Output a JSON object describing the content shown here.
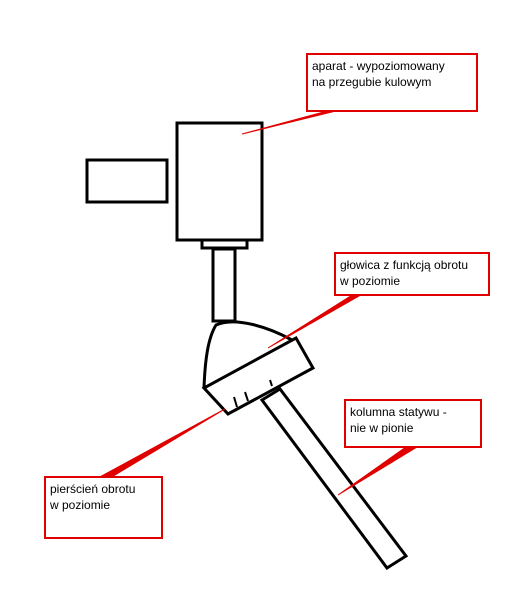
{
  "callouts": {
    "camera": {
      "line1": "aparat - wypoziomowany",
      "line2": "na przegubie kulowym"
    },
    "head": {
      "line1": "głowica z funkcją obrotu",
      "line2": "w poziomie"
    },
    "column": {
      "line1": "kolumna statywu -",
      "line2": "nie w pionie"
    },
    "ring": {
      "line1": "pierścień obrotu",
      "line2": "w poziomie"
    }
  },
  "colors": {
    "stroke": "#000000",
    "callout": "#e00000",
    "background": "#ffffff"
  }
}
